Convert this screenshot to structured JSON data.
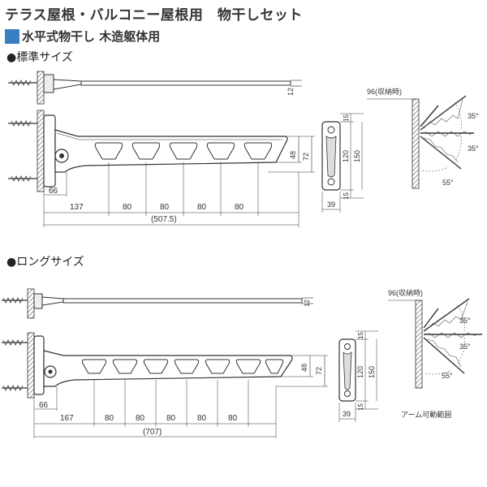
{
  "title": "テラス屋根・バルコニー屋根用　物干しセット",
  "subtitle": "水平式物干し 木造躯体用",
  "standard": {
    "heading": "●標準サイズ",
    "top_dims": [
      "137",
      "80",
      "80",
      "80",
      "80"
    ],
    "total": "(507.5)",
    "offset": "66",
    "rod_thickness": "12",
    "arm_h_inner": "48",
    "arm_h_outer": "72",
    "bracket_dims": [
      "15",
      "120",
      "150",
      "15"
    ],
    "bracket_width": "39",
    "stowed": "96(収納時)",
    "angles": [
      "35°",
      "35°",
      "55°"
    ]
  },
  "long": {
    "heading": "●ロングサイズ",
    "top_dims": [
      "167",
      "80",
      "80",
      "80",
      "80",
      "80"
    ],
    "total": "(707)",
    "offset": "66",
    "rod_thickness": "12",
    "arm_h_inner": "48",
    "arm_h_outer": "72",
    "bracket_dims": [
      "15",
      "120",
      "150",
      "15"
    ],
    "bracket_width": "39",
    "stowed": "96(収納時)",
    "angles": [
      "35°",
      "35°",
      "55°"
    ],
    "range_label": "アーム可動範囲"
  }
}
